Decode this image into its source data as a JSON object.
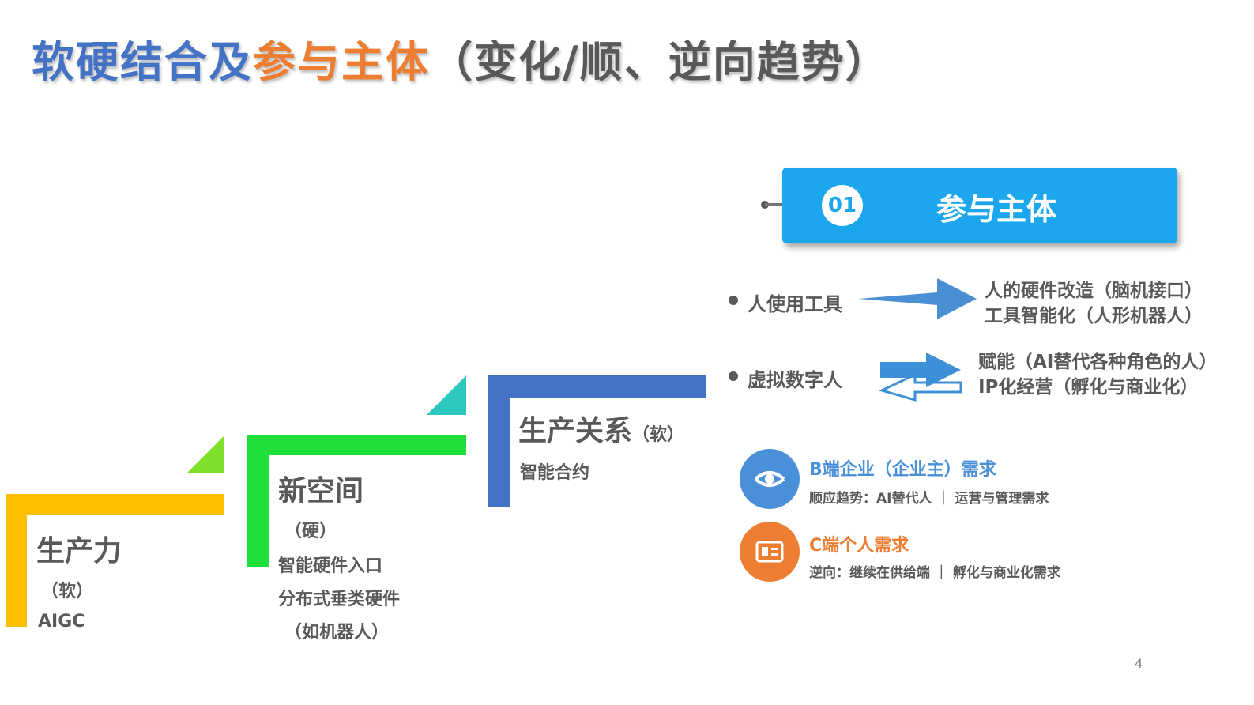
{
  "title": {
    "part1": "软硬结合及",
    "part2": "参与主体",
    "part3": "（变化/顺、逆向趋势）"
  },
  "steps": [
    {
      "name": "生产力",
      "lines": [
        "（软）",
        "AIGC"
      ],
      "color": "#FFC000"
    },
    {
      "name": "新空间",
      "lines": [
        "（硬）",
        "智能硬件入口",
        "分布式垂类硬件",
        "（如机器人）"
      ],
      "color": "#1FE03A"
    },
    {
      "name": "生产关系",
      "suffix": "（软）",
      "lines": [
        "智能合约"
      ],
      "color": "#4472C4"
    }
  ],
  "tag": {
    "number": "01",
    "label": "参与主体",
    "color": "#1CA6EE"
  },
  "relations": [
    {
      "left": "人使用工具",
      "right": [
        "人的硬件改造（脑机接口）",
        "工具智能化（人形机器人）"
      ]
    },
    {
      "left": "虚拟数字人",
      "right": [
        "赋能（AI替代各种角色的人）",
        "IP化经营（孵化与商业化）"
      ]
    }
  ],
  "demands": [
    {
      "title": "B端企业（企业主）需求",
      "sub": "顺应趋势：AI替代人 ｜ 运营与管理需求",
      "color": "#4A90D9",
      "icon": "eye-icon"
    },
    {
      "title": "C端个人需求",
      "sub": "逆向：继续在供给端 ｜ 孵化与商业化需求",
      "color": "#ED7D31",
      "icon": "card-icon"
    }
  ],
  "page_number": "4"
}
